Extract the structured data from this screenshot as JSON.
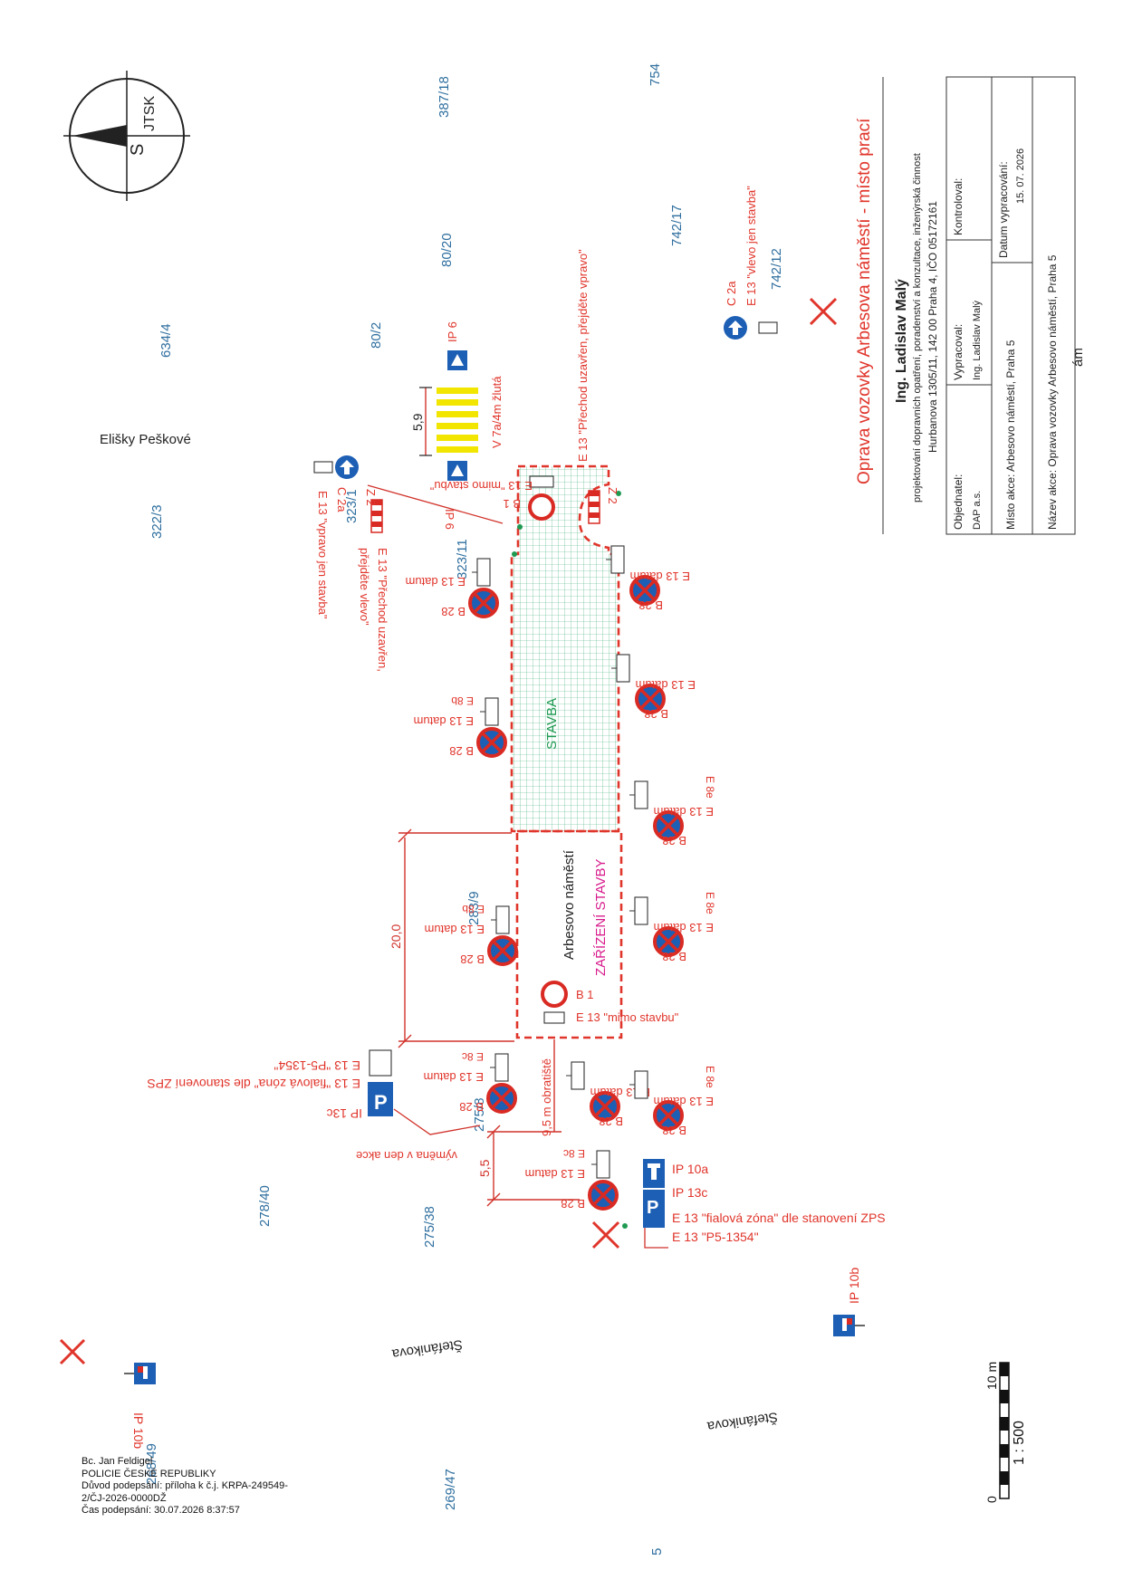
{
  "north_arrow": {
    "label_s": "S",
    "label_jtsk": "JTSK"
  },
  "parcels": [
    "387/18",
    "754",
    "80/20",
    "742/17",
    "742/12",
    "80/2",
    "634/4",
    "322/3",
    "323/1",
    "323/11",
    "283/9",
    "275/8",
    "278/40",
    "275/38",
    "268/49",
    "269/47",
    "5"
  ],
  "streets": {
    "elisky": "Elišky Peškové",
    "stefanikova_left": "Štefánikova",
    "stefanikova_right": "Štefánikova",
    "arbesovo": "Arbesovo náměstí",
    "am": "ám"
  },
  "areas": {
    "stavba": "STAVBA",
    "zarizeni": "ZAŘÍZENÍ STAVBY"
  },
  "signs": {
    "b28": "B 28",
    "e13_datum": "E 13 datum",
    "e8b": "E 8b",
    "e8c": "E 8c",
    "e8e": "E 8e",
    "b1": "B 1",
    "e13_mimo": "E 13 \"mimo stavbu\"",
    "e13_mimo_top": "E 13 \"mimo stavbu\"",
    "z2": "Z 2",
    "ip6": "IP 6",
    "c2a": "C 2a",
    "c2a_right": "C 2a",
    "e13_vlevo": "E 13 \"vlevo jen stavba\"",
    "e13_vpravo": "E 13 \"vpravo jen stavba\"",
    "e13_prechod_vlevo_1": "E 13 \"Přechod uzavřen,",
    "e13_prechod_vlevo_2": "přejděte vlevo\"",
    "e13_prechod_vpravo": "E 13 \"Přechod uzavřen, přejděte vpravo\"",
    "ip10a": "IP 10a",
    "ip13c": "IP 13c",
    "ip13c_left": "IP 13c",
    "ip10b": "IP 10b",
    "ip10b_left": "IP 10b",
    "e13_fialova": "E 13 \"fialová zóna\" dle stanovení ZPS",
    "e13_p5": "E 13 \"P5-1354\"",
    "e13_fialova_left": "E 13 \"fialová zóna\" dle stanovení ZPS",
    "e13_p5_left": "E 13 \"P5-1354\"",
    "vymena": "výměna v den akce",
    "obratiste": "9,5 m obratiště",
    "v7a": "V 7a/4m žlutá"
  },
  "dimensions": {
    "d20": "20,0",
    "d55": "5,5",
    "d59": "5,9"
  },
  "scale": {
    "zero": "0",
    "ten": "10 m",
    "ratio": "1 : 500"
  },
  "title_block": {
    "title": "Oprava vozovky Arbesova náměstí - místo prací",
    "company": "Ing. Ladislav Malý",
    "company_desc": "projektování dopravních opatření, poradenství a konzultace, inženýrská činnost",
    "address": "Hurbanova 1305/11, 142 00 Praha 4, IČO 05172161",
    "objednatel_label": "Objednatel:",
    "objednatel_value": "DAP a.s.",
    "vypracoval_label": "Vypracoval:",
    "vypracoval_value": "Ing. Ladislav Malý",
    "kontroloval_label": "Kontroloval:",
    "misto_akce": "Místo akce: Arbesovo náměstí, Praha 5",
    "datum_label": "Datum vypracování:",
    "datum_value": "15. 07. 2026",
    "nazev_akce": "Název akce: Oprava vozovky Arbesovo náměstí, Praha 5"
  },
  "stamp": {
    "name": "Bc. Jan Feldigel",
    "org": "POLICIE ČESKÉ REPUBLIKY",
    "reason1": "Důvod podepsání: příloha k č.j. KRPA-249549-",
    "reason2": "2/ČJ-2026-0000DŽ",
    "time": "Čas podepsání: 30.07.2026 8:37:57"
  },
  "colors": {
    "red": "#e0352b",
    "blue": "#1d5fb4",
    "green": "#1f9a52",
    "yellow": "#f2e600",
    "magenta": "#d81b8c",
    "parcel": "#2f6f9f"
  }
}
